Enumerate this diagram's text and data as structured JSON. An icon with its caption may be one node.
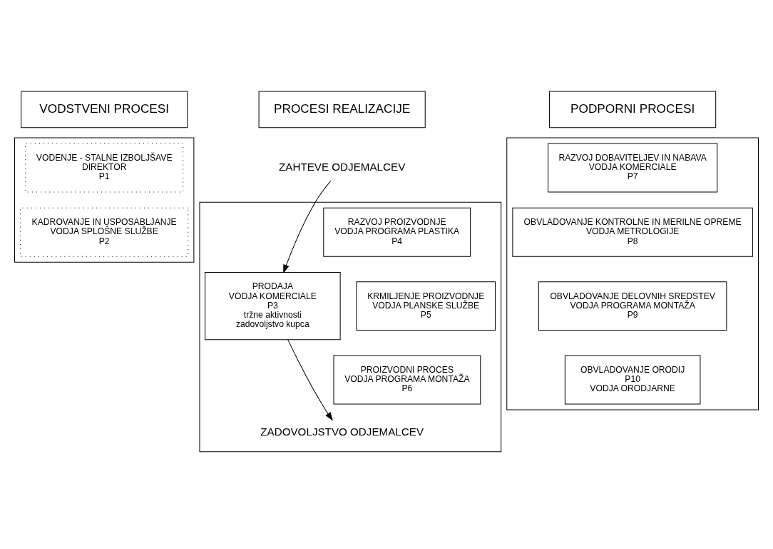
{
  "diagram": {
    "nodes": [
      {
        "text": [
          "VODSTVENI PROCESI"
        ]
      },
      {
        "text": [
          "PROCESI REALIZACIJE"
        ]
      },
      {
        "text": [
          "PODPORNI PROCESI"
        ]
      },
      {
        "text": [],
        "shape": "box"
      },
      {
        "text": [
          "VODENJE - STALNE IZBOLJŠAVE",
          "DIREKTOR",
          "P1"
        ],
        "in": 3
      },
      {
        "text": [
          "KADROVANJE IN USPOSABLJANJE",
          "VODJA SPLOŠNE SLUŽBE",
          "P2"
        ],
        "in": 3
      },
      {
        "text": [],
        "shape": "box"
      },
      {
        "text": [
          "ZAHTEVE ODJEMALCEV"
        ]
      },
      {
        "text": [
          "PRODAJA",
          "VODJA KOMERCIALE",
          "P3",
          "tržne aktivnosti",
          "zadovoljstvo kupca"
        ],
        "in": 6
      },
      {
        "text": [
          "RAZVOJ PROIZVODNJE",
          "VODJA PROGRAMA PLASTIKA",
          "P4"
        ],
        "in": 6
      },
      {
        "text": [
          "KRMILJENJE PROIZVODNJE",
          "VODJA PLANSKE SLUŽBE",
          "P5"
        ],
        "in": 6
      },
      {
        "text": [
          "PROIZVODNI PROCES",
          "VODJA PROGRAMA MONTAŽA",
          "P6"
        ],
        "in": 6
      },
      {
        "text": [
          "ZADOVOLJSTVO ODJEMALCEV"
        ],
        "in": 6
      },
      {
        "text": [],
        "shape": "box"
      },
      {
        "text": [
          "RAZVOJ DOBAVITELJEV IN NABAVA",
          "VODJA KOMERCIALE",
          "P7"
        ],
        "in": 13
      },
      {
        "text": [
          "OBVLADOVANJE KONTROLNE IN MERILNE OPREME",
          "VODJA METROLOGIJE",
          "P8"
        ],
        "in": 13
      },
      {
        "text": [
          "OBVLADOVANJE DELOVNIH SREDSTEV",
          "VODJA PROGRAMA MONTAŽA",
          "P9"
        ],
        "in": 13
      },
      {
        "text": [
          "OBVLADOVANJE ORODIJ",
          "P10",
          "VODJA ORODJARNE"
        ],
        "in": 13
      }
    ],
    "edges": [
      {
        "from": 7,
        "to": 8,
        "arrow": "to"
      },
      {
        "from": 8,
        "to": 12,
        "arrow": "to"
      }
    ]
  }
}
